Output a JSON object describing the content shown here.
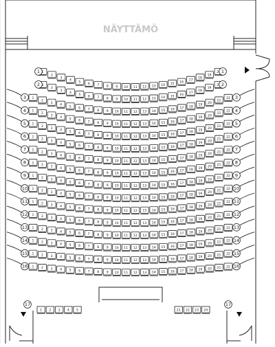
{
  "stage": {
    "label": "NÄYTTÄMÖ"
  },
  "rows": [
    {
      "row": "1",
      "seats": 20
    },
    {
      "row": "2",
      "seats": 20
    },
    {
      "row": "3",
      "seats": 22
    },
    {
      "row": "4",
      "seats": 22
    },
    {
      "row": "5",
      "seats": 22
    },
    {
      "row": "6",
      "seats": 22
    },
    {
      "row": "7",
      "seats": 22
    },
    {
      "row": "8",
      "seats": 22
    },
    {
      "row": "9",
      "seats": 22
    },
    {
      "row": "10",
      "seats": 22
    },
    {
      "row": "11",
      "seats": 22
    },
    {
      "row": "12",
      "seats": 22
    },
    {
      "row": "13",
      "seats": 22
    },
    {
      "row": "14",
      "seats": 22
    },
    {
      "row": "15",
      "seats": 22
    },
    {
      "row": "16",
      "seats": 22
    }
  ],
  "row17": {
    "row": "17",
    "left_seats": [
      "1",
      "2",
      "3",
      "4",
      "5"
    ],
    "right_seats": [
      "21",
      "22",
      "23",
      "24"
    ]
  },
  "icons": {
    "exit_marker": "play-triangle-icon",
    "aisle_marker": "down-triangle-icon",
    "doors": "door-swing-icon"
  },
  "colors": {
    "line": "#222222",
    "seat_fill": "#ffffff",
    "stage_text": "#c8c8c8"
  }
}
